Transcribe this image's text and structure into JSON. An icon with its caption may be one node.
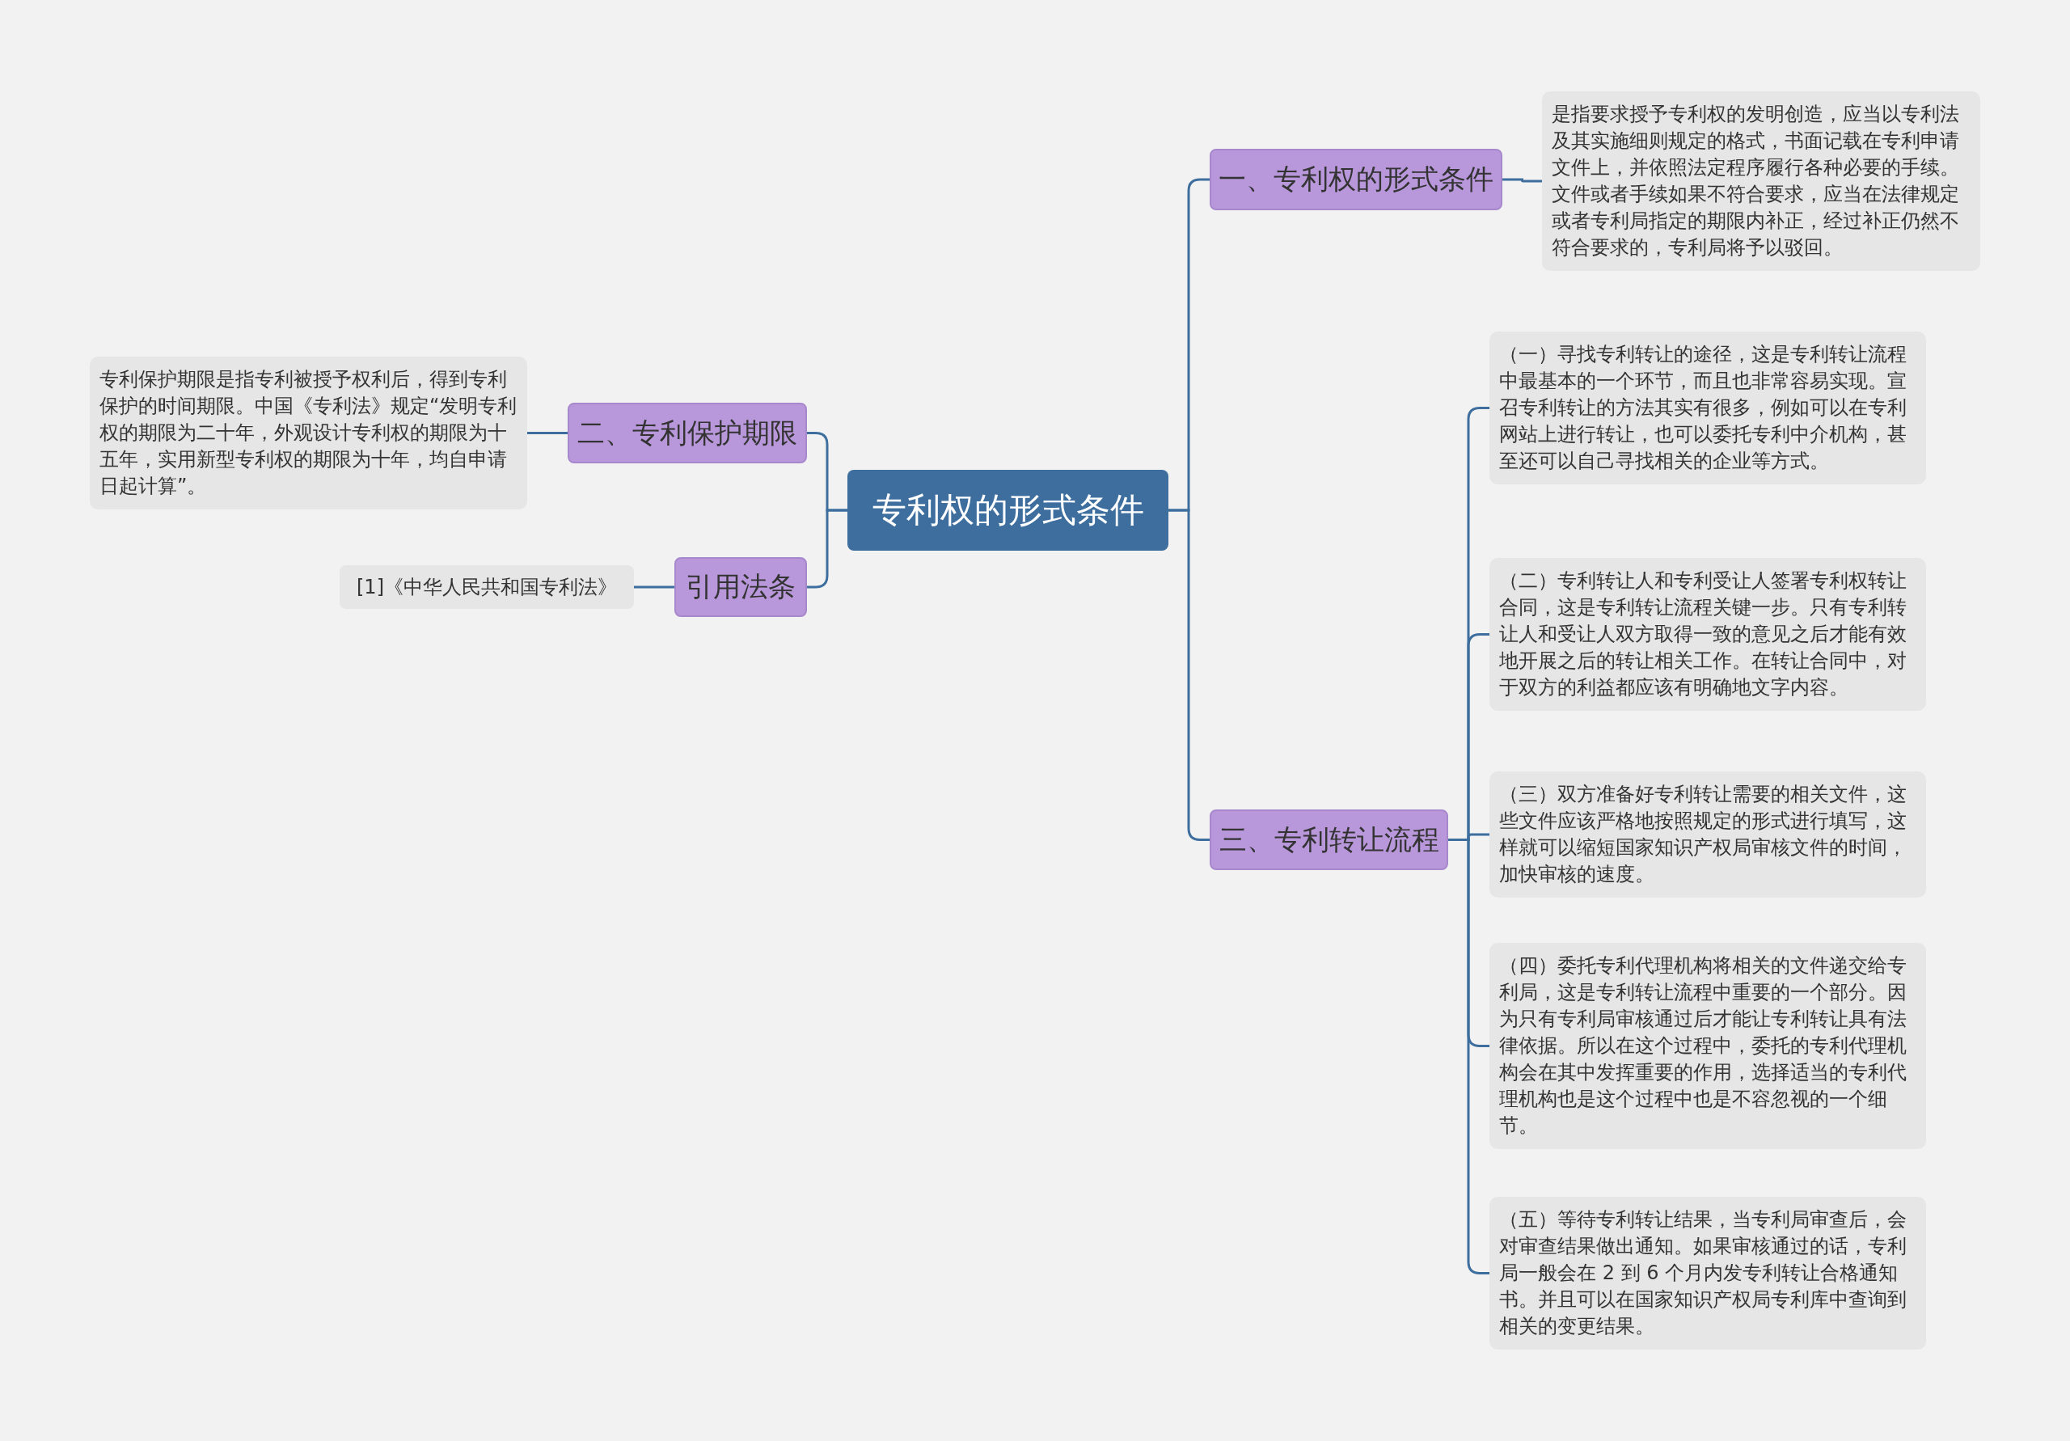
{
  "diagram": {
    "nodes": [
      {
        "text": [
          "专利权的形式条件"
        ]
      },
      {
        "text": [
          "一、专利权的形式条件"
        ]
      },
      {
        "text": [
          "是指要求授予专利权的发明创造，应当以专利法及其实施细则规定的格式，书面记载在专利申请文件上，并依照法定程序履行各种必要的手续。文件或者手续如果不符合要求，应当在法律规定或者专利局指定的期限内补正，经过补正仍然不符合要求的，专利局将予以驳回。"
        ]
      },
      {
        "text": [
          "三、专利转让流程"
        ]
      },
      {
        "text": [
          "（一）寻找专利转让的途径，这是专利转让流程中最基本的一个环节，而且也非常容易实现。宣召专利转让的方法其实有很多，例如可以在专利网站上进行转让，也可以委托专利中介机构，甚至还可以自己寻找相关的企业等方式。"
        ]
      },
      {
        "text": [
          "（二）专利转让人和专利受让人签署专利权转让合同，这是专利转让流程关键一步。只有专利转让人和受让人双方取得一致的意见之后才能有效地开展之后的转让相关工作。在转让合同中，对于双方的利益都应该有明确地文字内容。"
        ]
      },
      {
        "text": [
          "（三）双方准备好专利转让需要的相关文件，这些文件应该严格地按照规定的形式进行填写，这样就可以缩短国家知识产权局审核文件的时间，加快审核的速度。"
        ]
      },
      {
        "text": [
          "（四）委托专利代理机构将相关的文件递交给专利局，这是专利转让流程中重要的一个部分。因为只有专利局审核通过后才能让专利转让具有法律依据。所以在这个过程中，委托的专利代理机构会在其中发挥重要的作用，选择适当的专利代理机构也是这个过程中也是不容忽视的一个细节。"
        ]
      },
      {
        "text": [
          "（五）等待专利转让结果，当专利局审查后，会对审查结果做出通知。如果审核通过的话，专利局一般会在 2 到 6 个月内发专利转让合格通知书。并且可以在国家知识产权局专利库中查询到相关的变更结果。"
        ]
      },
      {
        "text": [
          "二、专利保护期限"
        ]
      },
      {
        "text": [
          "专利保护期限是指专利被授予权利后，得到专利保护的时间期限。中国《专利法》规定“发明专利权的期限为二十年，外观设计专利权的期限为十五年，实用新型专利权的期限为十年，均自申请日起计算”。"
        ]
      },
      {
        "text": [
          "引用法条"
        ]
      },
      {
        "text": [
          "[1]《中华人民共和国专利法》"
        ]
      }
    ],
    "edges": [
      {
        "from": 0,
        "to": 1,
        "arrow": "none"
      },
      {
        "from": 1,
        "to": 2,
        "arrow": "none"
      },
      {
        "from": 0,
        "to": 3,
        "arrow": "none"
      },
      {
        "from": 3,
        "to": 4,
        "arrow": "none"
      },
      {
        "from": 3,
        "to": 5,
        "arrow": "none"
      },
      {
        "from": 3,
        "to": 6,
        "arrow": "none"
      },
      {
        "from": 3,
        "to": 7,
        "arrow": "none"
      },
      {
        "from": 3,
        "to": 8,
        "arrow": "none"
      },
      {
        "from": 0,
        "to": 9,
        "arrow": "none"
      },
      {
        "from": 9,
        "to": 10,
        "arrow": "none"
      },
      {
        "from": 0,
        "to": 11,
        "arrow": "none"
      },
      {
        "from": 11,
        "to": 12,
        "arrow": "none"
      }
    ]
  }
}
